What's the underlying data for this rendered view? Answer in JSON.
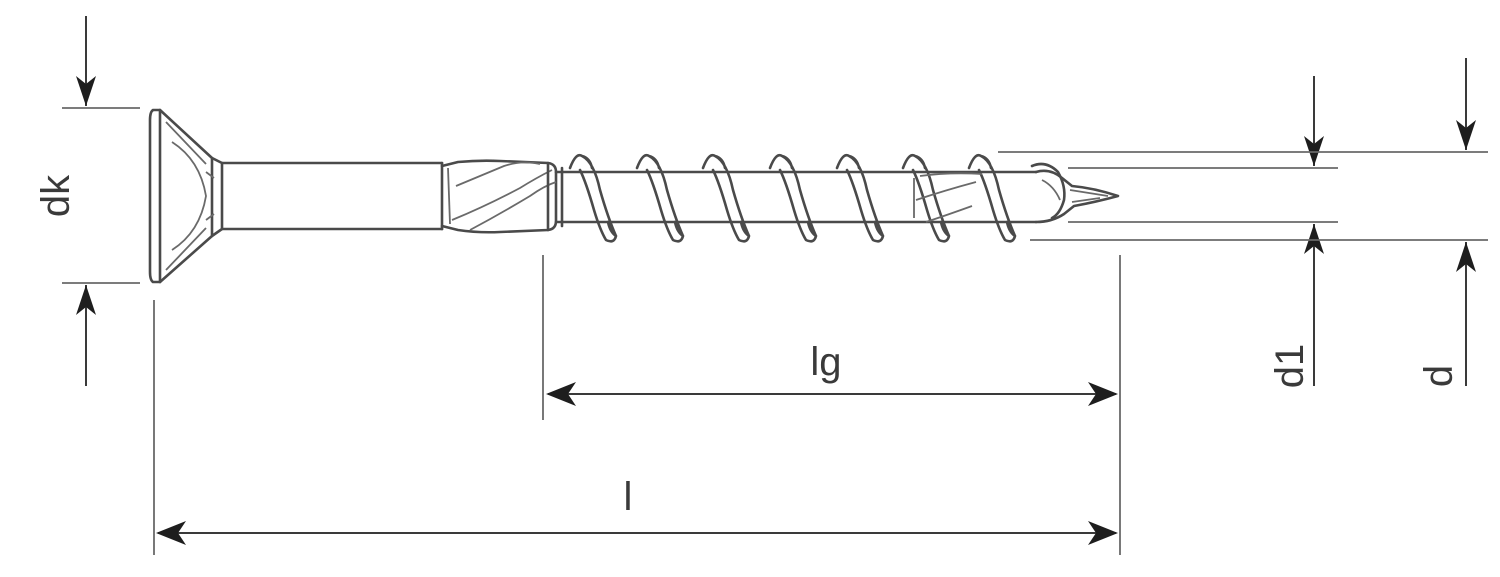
{
  "diagram": {
    "labels": {
      "head_diameter": "dk",
      "thread_length": "lg",
      "overall_length": "l",
      "core_diameter": "d1",
      "thread_diameter": "d"
    },
    "colors": {
      "line": "#4a4a4a",
      "arrow": "#1e1e1e",
      "background": "#ffffff"
    }
  }
}
